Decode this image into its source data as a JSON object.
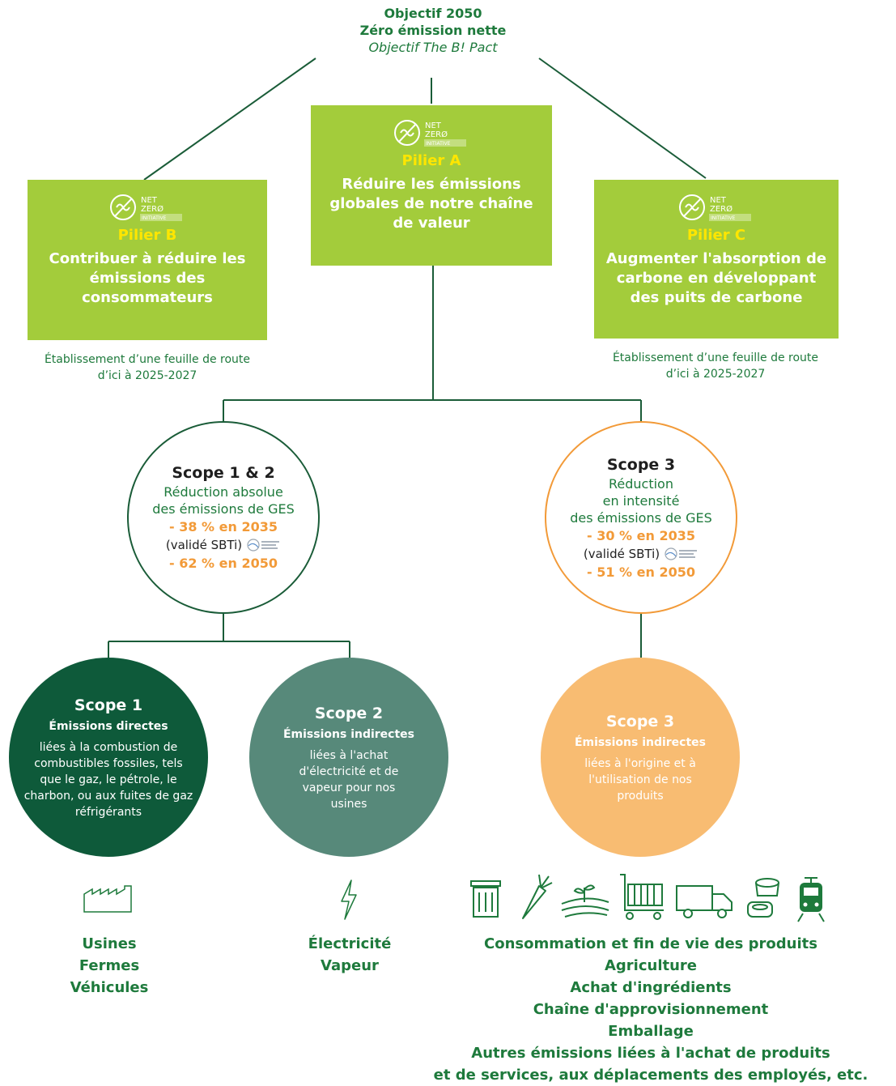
{
  "goal": {
    "line1": "Objectif 2050",
    "line2": "Zéro émission nette",
    "line3": "Objectif The B! Pact"
  },
  "pillars": {
    "a": {
      "title": "Pilier A",
      "description": "Réduire les émissions globales de notre chaîne de valeur"
    },
    "b": {
      "title": "Pilier B",
      "description": "Contribuer à réduire les émissions des consommateurs",
      "note": "Établissement d’une feuille de route d’ici à 2025-2027"
    },
    "c": {
      "title": "Pilier C",
      "description": "Augmenter l'absorption de carbone en développant des puits de carbone",
      "note": "Établissement d’une feuille de route d’ici à 2025-2027"
    },
    "logo_text": [
      "NET",
      "ZERØ",
      "INITIATIVE"
    ]
  },
  "targets": {
    "scope12": {
      "title": "Scope 1 & 2",
      "desc1": "Réduction absolue",
      "desc2": "des émissions de GES",
      "target1": "- 38 % en 2035",
      "validated": "(validé SBTi)",
      "target2": "- 62 % en 2050"
    },
    "scope3": {
      "title": "Scope 3",
      "desc1": "Réduction",
      "desc2": "en intensité",
      "desc3": "des émissions de GES",
      "target1": "- 30 % en 2035",
      "validated": "(validé SBTi)",
      "target2": "- 51 % en 2050"
    }
  },
  "scopes": {
    "s1": {
      "title": "Scope 1",
      "subtitle": "Émissions directes",
      "description": "liées à la combustion de combustibles fossiles, tels que le gaz, le pétrole, le charbon, ou aux fuites de gaz réfrigérants"
    },
    "s2": {
      "title": "Scope 2",
      "subtitle": "Émissions indirectes",
      "description": "liées à l'achat d'électricité et de vapeur pour nos usines"
    },
    "s3": {
      "title": "Scope 3",
      "subtitle": "Émissions indirectes",
      "description": "liées à l'origine et à l'utilisation de nos produits"
    }
  },
  "sources": {
    "s1": [
      "Usines",
      "Fermes",
      "Véhicules"
    ],
    "s2": [
      "Électricité",
      "Vapeur"
    ],
    "s3": [
      "Consommation et fin de vie des produits",
      "Agriculture",
      "Achat d'ingrédients",
      "Chaîne d'approvisionnement",
      "Emballage",
      "Autres émissions liées à l'achat de produits",
      "et de services, aux déplacements des employés, etc."
    ]
  },
  "colors": {
    "pillar": "#a3cc3b",
    "pillar_title": "#ffe600",
    "dark_green": "#0e5a3a",
    "mid_green": "#57897a",
    "orange": "#f29a38",
    "light_orange": "#f8bc72",
    "text_green": "#1e7a3c"
  },
  "icons": [
    "factory-icon",
    "lightning-icon",
    "trash-bin-icon",
    "carrot-icon",
    "crop-field-icon",
    "cart-icon",
    "truck-icon",
    "packaging-icon",
    "train-icon"
  ]
}
